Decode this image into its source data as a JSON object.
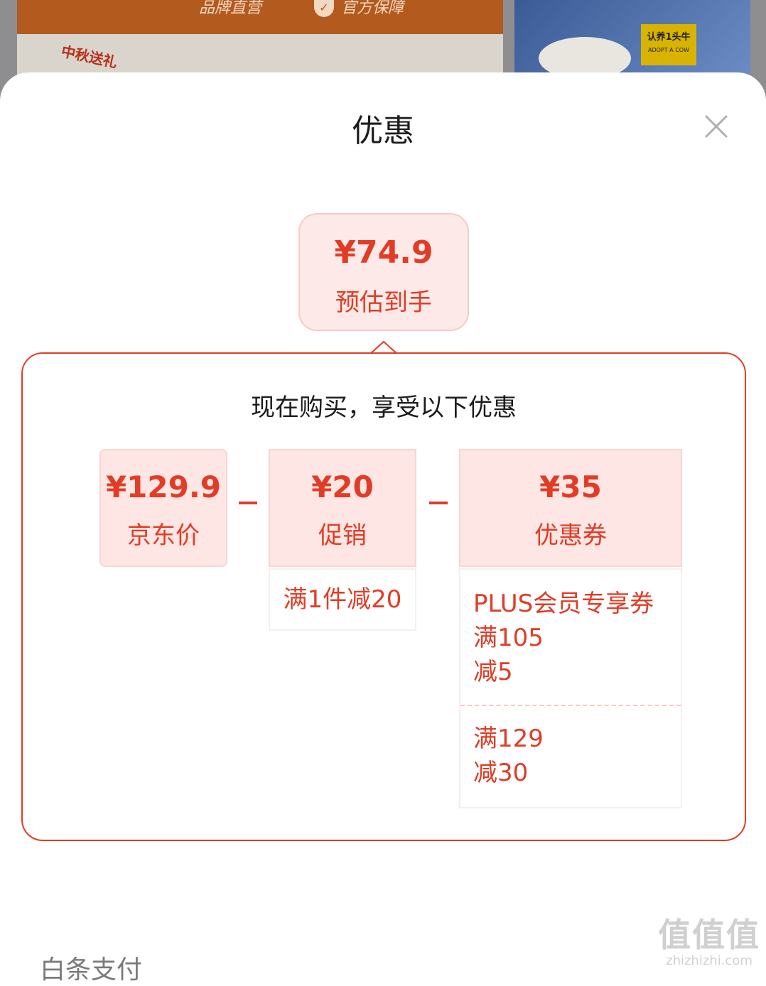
{
  "background": {
    "strip_left": "品牌直营",
    "strip_right": "官方保障",
    "promo": "中秋送礼",
    "tag": "认养1头牛",
    "tag_sub": "ADOPT A COW"
  },
  "sheet": {
    "title": "优惠"
  },
  "final": {
    "price": "¥74.9",
    "label": "预估到手"
  },
  "deal": {
    "heading": "现在购买，享受以下优惠",
    "jd_price": {
      "amount": "¥129.9",
      "label": "京东价"
    },
    "promotion": {
      "amount": "¥20",
      "label": "促销",
      "detail": "满1件减20"
    },
    "coupon": {
      "amount": "¥35",
      "label": "优惠券",
      "items": [
        {
          "line1": "PLUS会员专享券",
          "line2": "满105",
          "line3": "减5"
        },
        {
          "line1": "满129",
          "line2": "减30"
        }
      ]
    }
  },
  "bottom": {
    "pay_title": "白条支付"
  },
  "watermark": {
    "mark": "值值值",
    "url": "zhizhizhi.com"
  },
  "colors": {
    "accent": "#e23c26",
    "chip_bg": "#fde6e4"
  }
}
